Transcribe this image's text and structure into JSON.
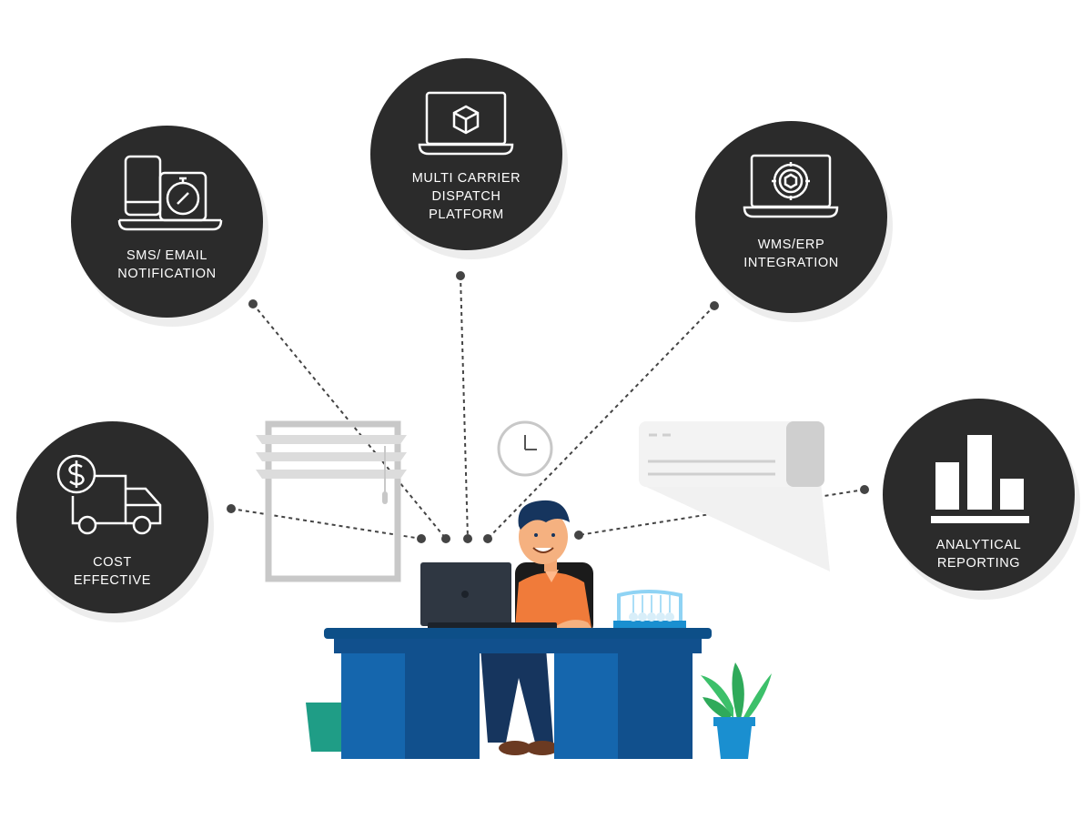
{
  "features": {
    "sms": {
      "label": "SMS/ EMAIL\nNOTIFICATION",
      "icon": "phone-stopwatch-icon"
    },
    "dispatch": {
      "label": "MULTI CARRIER\nDISPATCH\nPLATFORM",
      "icon": "laptop-package-icon"
    },
    "wms": {
      "label": "WMS/ERP\nINTEGRATION",
      "icon": "laptop-target-icon"
    },
    "cost": {
      "label": "COST\nEFFECTIVE",
      "icon": "dollar-truck-icon"
    },
    "reporting": {
      "label": "ANALYTICAL\nREPORTING",
      "icon": "bar-chart-icon"
    }
  },
  "colors": {
    "circle": "#2b2b2b",
    "desk": "#0f5c9b",
    "desk_top": "#0d4f88",
    "shirt": "#f07b3a",
    "plant": "#3cc06a",
    "pot": "#1a8fd0"
  }
}
